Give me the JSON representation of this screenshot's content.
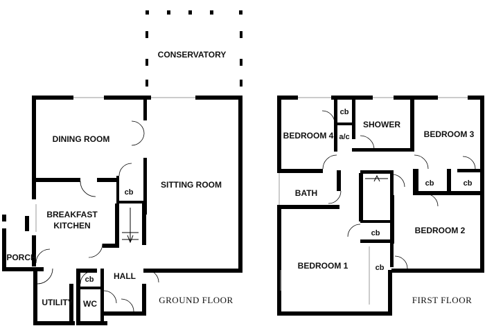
{
  "labels": {
    "conservatory": "CONSERVATORY",
    "dining_room": "DINING ROOM",
    "sitting_room": "SITTING ROOM",
    "breakfast": "BREAKFAST",
    "kitchen": "KITCHEN",
    "porch": "PORCH",
    "hall": "HALL",
    "utility": "UTILITY",
    "wc": "WC",
    "cb": "cb",
    "bedroom1": "BEDROOM 1",
    "bedroom2": "BEDROOM 2",
    "bedroom3": "BEDROOM 3",
    "bedroom4": "BEDROOM 4",
    "shower": "SHOWER",
    "bath": "BATH",
    "ac": "a/c"
  },
  "captions": {
    "ground_floor": "GROUND FLOOR",
    "first_floor": "FIRST FLOOR"
  }
}
